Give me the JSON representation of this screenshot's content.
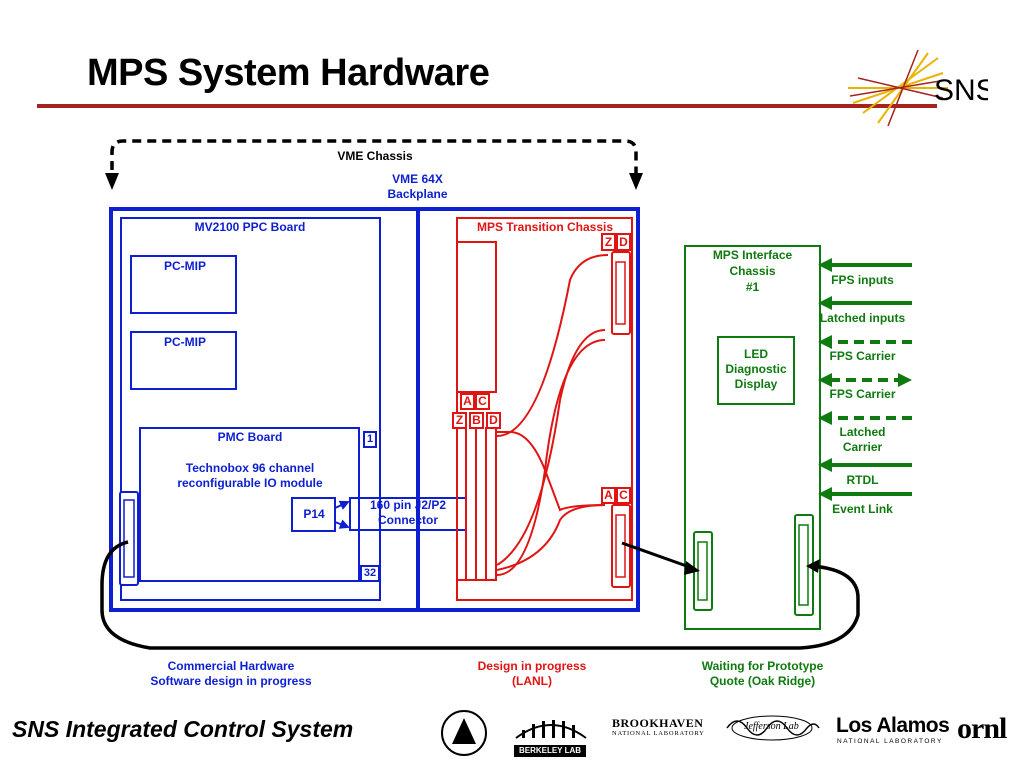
{
  "slide": {
    "title": "MPS System Hardware",
    "footer": "SNS Integrated Control System",
    "logo_text": "SNS"
  },
  "diagram": {
    "vme_chassis": "VME Chassis",
    "backplane_line1": "VME 64X",
    "backplane_line2": "Backplane",
    "mv2100": "MV2100 PPC Board",
    "pcmip_1": "PC-MIP",
    "pcmip_2": "PC-MIP",
    "pmc_board": "PMC Board",
    "pmc_desc_line1": "Technobox 96 channel",
    "pmc_desc_line2": "reconfigurable IO module",
    "pin_1": "1",
    "pin_32": "32",
    "p14": "P14",
    "connector_line1": "160 pin J2/P2",
    "connector_line2": "Connector",
    "transition_chassis": "MPS Transition Chassis",
    "conn_letters": {
      "top_z": "Z",
      "top_d": "D",
      "mid_a": "A",
      "mid_c": "C",
      "mid_z": "Z",
      "mid_b": "B",
      "mid_d": "D",
      "bot_a": "A",
      "bot_c": "C"
    },
    "interface_line1": "MPS Interface",
    "interface_line2": "Chassis",
    "interface_line3": "#1",
    "led_line1": "LED",
    "led_line2": "Diagnostic",
    "led_line3": "Display",
    "signals": {
      "fps_inputs": "FPS inputs",
      "latched_inputs": "Latched inputs",
      "fps_carrier_1": "FPS Carrier",
      "fps_carrier_2": "FPS Carrier",
      "latched_carrier_line1": "Latched",
      "latched_carrier_line2": "Carrier",
      "rtdl": "RTDL",
      "event_link": "Event Link"
    },
    "status_commercial_line1": "Commercial Hardware",
    "status_commercial_line2": "Software design in progress",
    "status_design_line1": "Design in progress",
    "status_design_line2": "(LANL)",
    "status_waiting_line1": "Waiting for Prototype",
    "status_waiting_line2": "Quote (Oak Ridge)"
  },
  "lab_logos": {
    "berkeley": "BERKELEY LAB",
    "brookhaven_line1": "BROOKHAVEN",
    "brookhaven_line2": "NATIONAL LABORATORY",
    "jefferson": "Jefferson Lab",
    "losalamos_line1": "Los Alamos",
    "losalamos_line2": "NATIONAL LABORATORY",
    "ornl": "ornl"
  },
  "colors": {
    "title_rule": "#a5231f",
    "blue": "#0d1fd0",
    "red": "#e11414",
    "green": "#0f7a0f",
    "black": "#000000"
  }
}
